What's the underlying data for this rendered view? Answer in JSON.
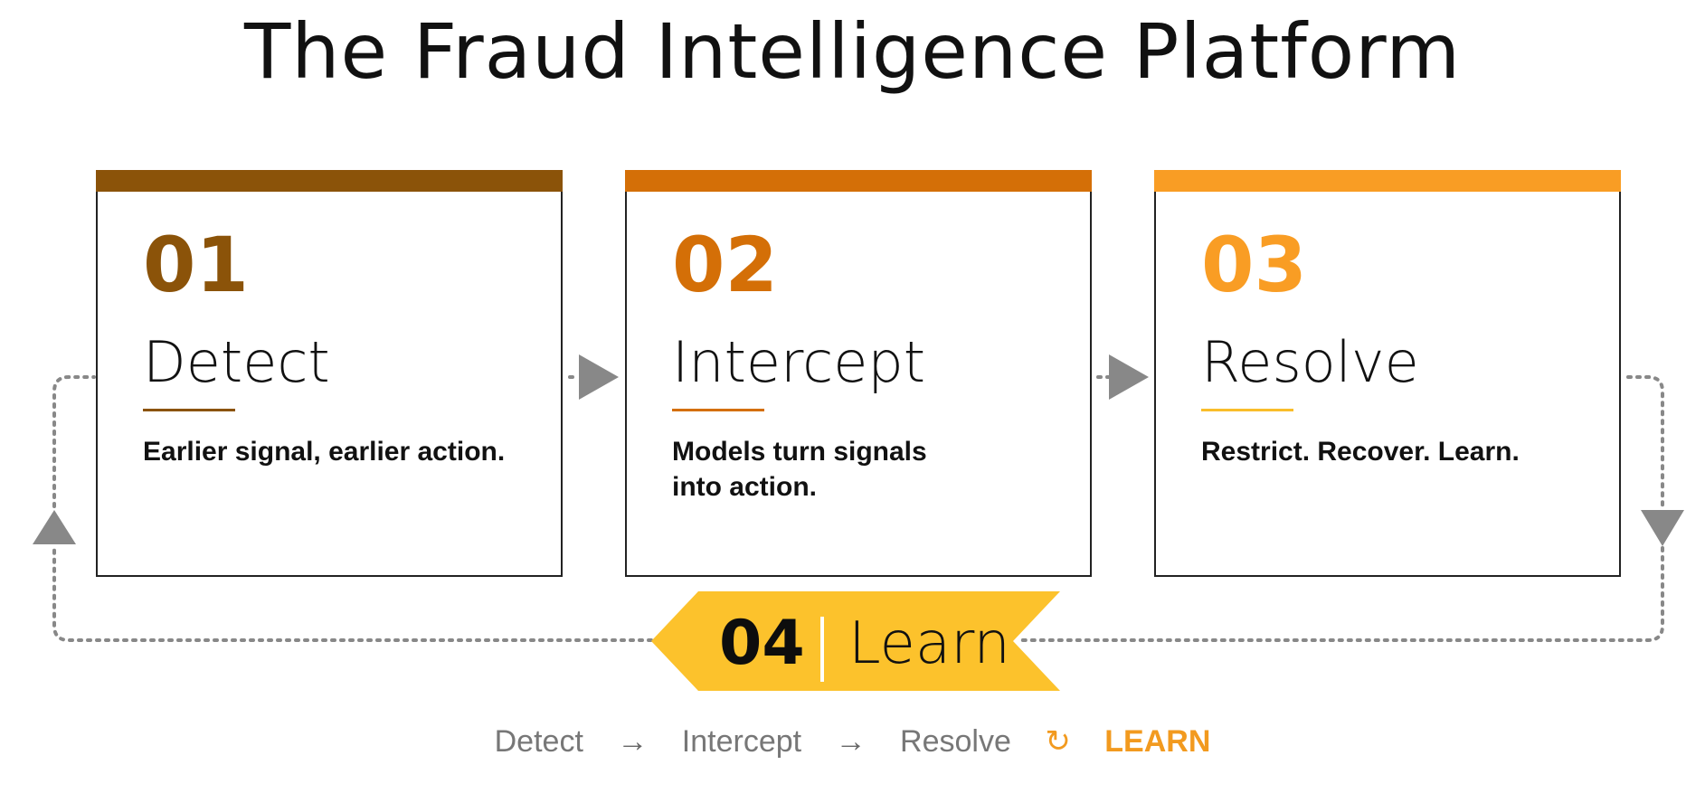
{
  "title": "The Fraud Intelligence Platform",
  "colors": {
    "step1": "#8b5309",
    "step2": "#d46f07",
    "step3": "#f99d24",
    "learn": "#fcc22c",
    "connector": "#888888"
  },
  "steps": [
    {
      "number": "01",
      "name": "Detect",
      "description": "Earlier signal, earlier action."
    },
    {
      "number": "02",
      "name": "Intercept",
      "description": "Models turn signals\ninto action."
    },
    {
      "number": "03",
      "name": "Resolve",
      "description": "Restrict. Recover. Learn."
    }
  ],
  "learn": {
    "number": "04",
    "label": "Learn"
  },
  "footer": {
    "item1": "Detect",
    "arrow1": "→",
    "item2": "Intercept",
    "arrow2": "→",
    "item3": "Resolve",
    "loop_icon": "↻",
    "emphasis": "LEARN"
  }
}
